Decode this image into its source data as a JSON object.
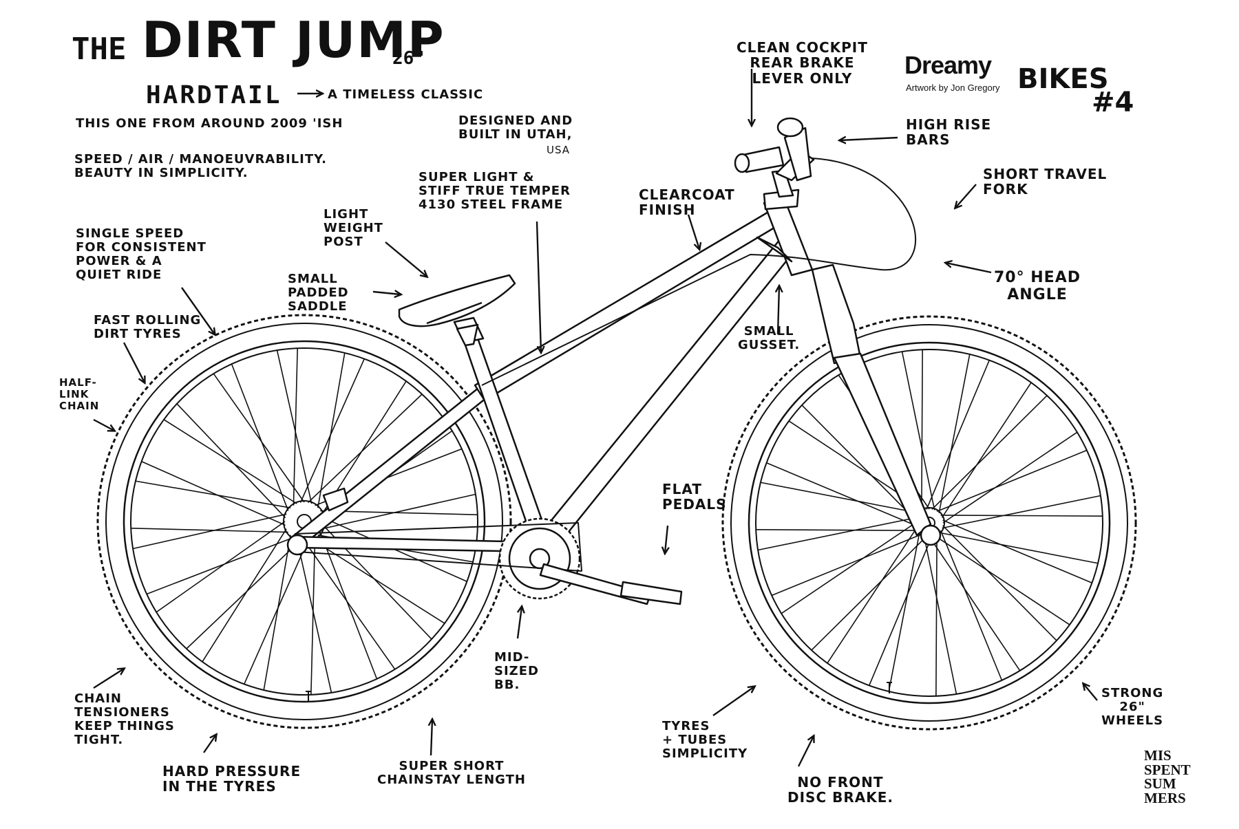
{
  "title": {
    "the": "THE",
    "main": "DIRT JUMP",
    "size": "26\"",
    "subtitle": "HARDTAIL",
    "tagline": "A TIMELESS CLASSIC",
    "year": "THIS ONE FROM AROUND 2009 'ISH",
    "motto": "SPEED / AIR / MANOEUVRABILITY.\nBEAUTY IN SIMPLICITY."
  },
  "brand": {
    "logo": "Dreamy",
    "credit": "Artwork by Jon Gregory",
    "series": "BIKES",
    "number": "#4",
    "stamp": "MIS\nSPENT\nSUM\nMERS"
  },
  "annotations": {
    "cockpit": "CLEAN COCKPIT\nREAR BRAKE\nLEVER ONLY",
    "designed": "DESIGNED AND\nBUILT IN UTAH,",
    "designed_usa": "USA",
    "frame": "SUPER LIGHT &\nSTIFF TRUE TEMPER\n4130 STEEL FRAME",
    "bars": "HIGH RISE\nBARS",
    "fork": "SHORT TRAVEL\nFORK",
    "clearcoat": "CLEARCOAT\nFINISH",
    "post": "LIGHT\nWEIGHT\nPOST",
    "saddle": "SMALL\nPADDED\nSADDLE",
    "single_speed": "SINGLE SPEED\nFOR CONSISTENT\nPOWER & A\nQUIET RIDE",
    "tyres": "FAST ROLLING\nDIRT TYRES",
    "chain": "HALF-\nLINK\nCHAIN",
    "head_angle": "70° HEAD\nANGLE",
    "gusset": "SMALL\nGUSSET.",
    "pedals": "FLAT\nPEDALS",
    "bb": "MID-\nSIZED\nBB.",
    "tensioners": "CHAIN\nTENSIONERS\nKEEP THINGS\nTIGHT.",
    "pressure": "HARD PRESSURE\nIN THE TYRES",
    "chainstay": "SUPER SHORT\nCHAINSTAY LENGTH",
    "tubes": "TYRES\n+ TUBES\nSIMPLICITY",
    "disc": "NO FRONT\nDISC BRAKE.",
    "wheels": "STRONG\n26\"\nWHEELS"
  }
}
